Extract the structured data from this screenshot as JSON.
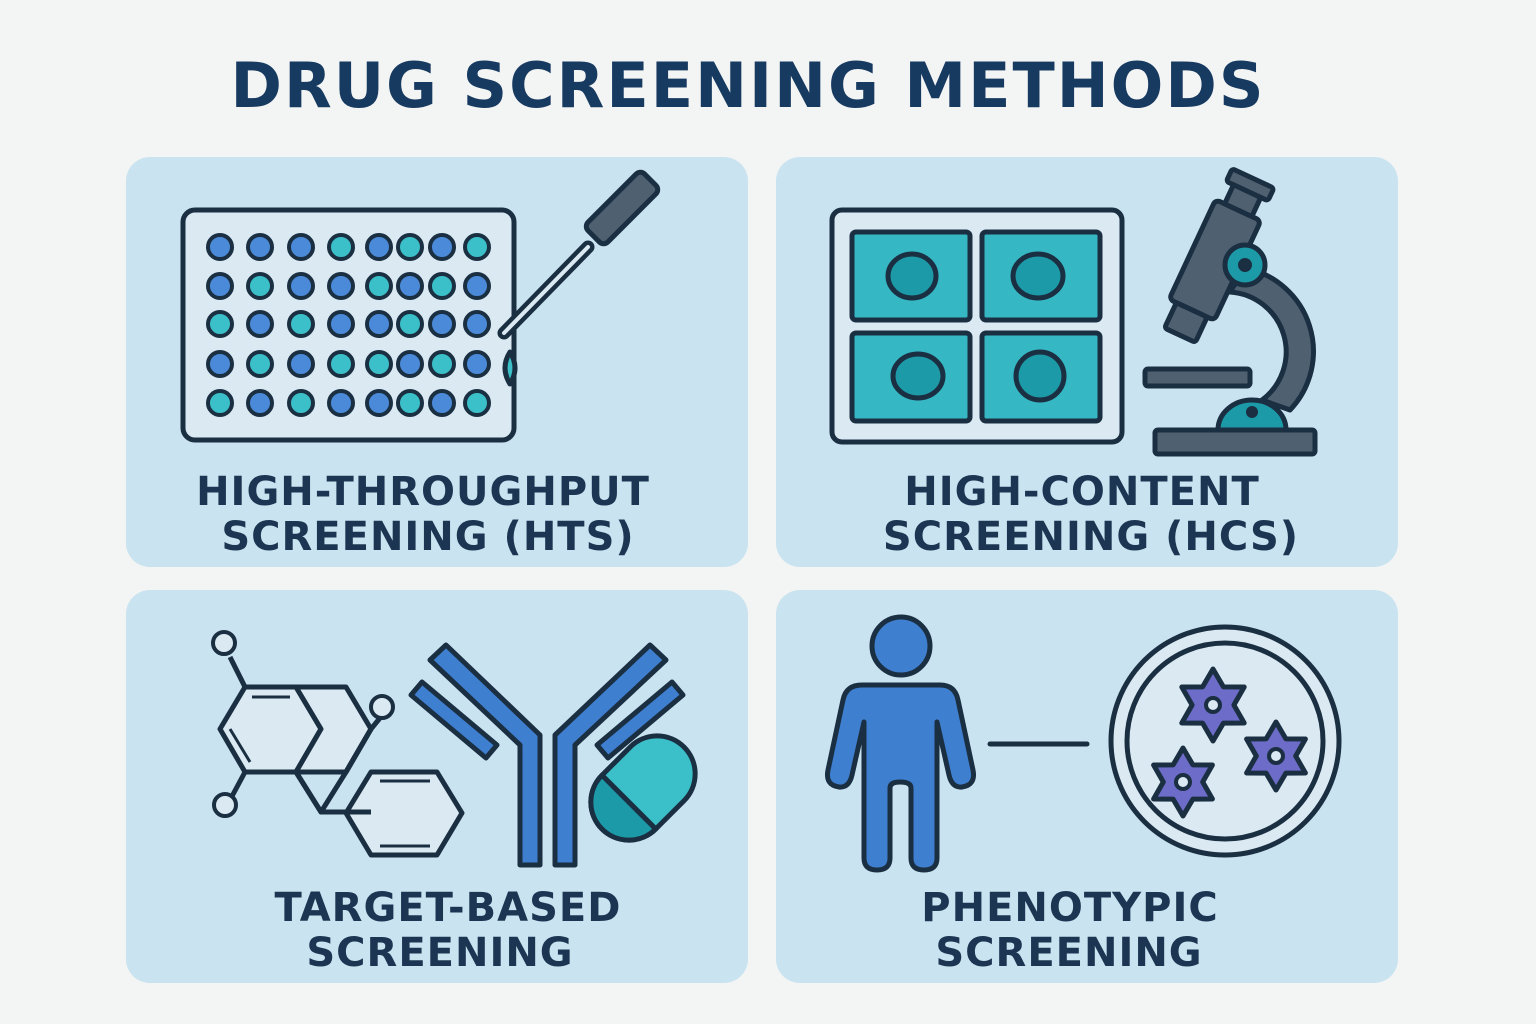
{
  "title": "DRUG SCREENING METHODS",
  "panels": [
    {
      "line1": "HIGH-THROUGHPUT",
      "line2": "SCREENING (HTS)",
      "icon": "well-plate-pipette-icon"
    },
    {
      "line1": "HIGH-CONTENT",
      "line2": "SCREENING (HCS)",
      "icon": "microscope-cell-images-icon"
    },
    {
      "line1": "TARGET-BASED",
      "line2": "SCREENING",
      "icon": "molecule-antibody-capsule-icon"
    },
    {
      "line1": "PHENOTYPIC",
      "line2": "SCREENING",
      "icon": "person-petri-dish-icon"
    }
  ],
  "colors": {
    "background": "#f3f4f4",
    "panel": "#c9e3f0",
    "title": "#173a60",
    "blue": "#4a8ad8",
    "teal": "#3bbfc8",
    "purple": "#6d6cc8",
    "outline": "#1b2f42"
  }
}
